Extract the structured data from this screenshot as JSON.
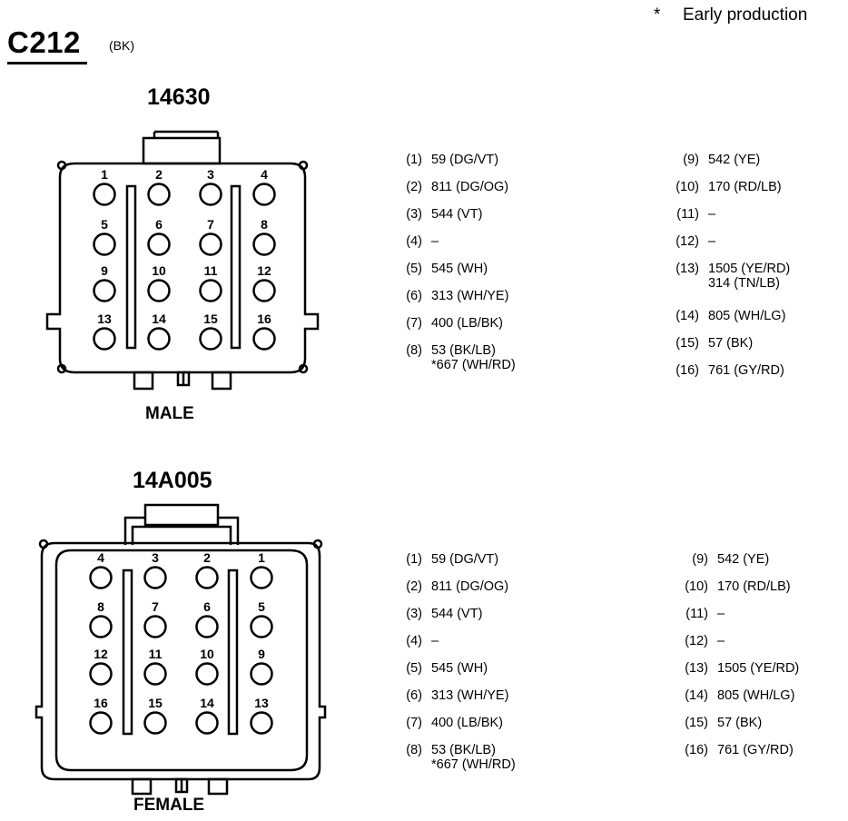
{
  "connector": {
    "id": "C212",
    "color_code": "(BK)"
  },
  "footnote": {
    "symbol": "*",
    "text": "Early production"
  },
  "male": {
    "part_number": "14630",
    "label": "MALE",
    "pins_rows": [
      [
        "1",
        "2",
        "3",
        "4"
      ],
      [
        "5",
        "6",
        "7",
        "8"
      ],
      [
        "9",
        "10",
        "11",
        "12"
      ],
      [
        "13",
        "14",
        "15",
        "16"
      ]
    ],
    "circuits_left": [
      {
        "num": "(1)",
        "text": "59 (DG/VT)"
      },
      {
        "num": "(2)",
        "text": "811 (DG/OG)"
      },
      {
        "num": "(3)",
        "text": "544 (VT)"
      },
      {
        "num": "(4)",
        "text": "–"
      },
      {
        "num": "(5)",
        "text": "545 (WH)"
      },
      {
        "num": "(6)",
        "text": "313 (WH/YE)"
      },
      {
        "num": "(7)",
        "text": "400 (LB/BK)"
      },
      {
        "num": "(8)",
        "text": "53 (BK/LB)",
        "sub": "*667 (WH/RD)"
      }
    ],
    "circuits_right": [
      {
        "num": "(9)",
        "text": "542 (YE)"
      },
      {
        "num": "(10)",
        "text": "170 (RD/LB)"
      },
      {
        "num": "(11)",
        "text": "–"
      },
      {
        "num": "(12)",
        "text": "–"
      },
      {
        "num": "(13)",
        "text": "1505 (YE/RD)",
        "sub": "314 (TN/LB)"
      },
      {
        "num": "(14)",
        "text": "805 (WH/LG)"
      },
      {
        "num": "(15)",
        "text": "57 (BK)"
      },
      {
        "num": "(16)",
        "text": "761 (GY/RD)"
      }
    ]
  },
  "female": {
    "part_number": "14A005",
    "label": "FEMALE",
    "pins_rows": [
      [
        "4",
        "3",
        "2",
        "1"
      ],
      [
        "8",
        "7",
        "6",
        "5"
      ],
      [
        "12",
        "11",
        "10",
        "9"
      ],
      [
        "16",
        "15",
        "14",
        "13"
      ]
    ],
    "circuits_left": [
      {
        "num": "(1)",
        "text": "59 (DG/VT)"
      },
      {
        "num": "(2)",
        "text": "811 (DG/OG)"
      },
      {
        "num": "(3)",
        "text": "544 (VT)"
      },
      {
        "num": "(4)",
        "text": "–"
      },
      {
        "num": "(5)",
        "text": "545 (WH)"
      },
      {
        "num": "(6)",
        "text": "313 (WH/YE)"
      },
      {
        "num": "(7)",
        "text": "400 (LB/BK)"
      },
      {
        "num": "(8)",
        "text": "53 (BK/LB)",
        "sub": "*667 (WH/RD)"
      }
    ],
    "circuits_right": [
      {
        "num": "(9)",
        "text": "542 (YE)"
      },
      {
        "num": "(10)",
        "text": "170 (RD/LB)"
      },
      {
        "num": "(11)",
        "text": "–"
      },
      {
        "num": "(12)",
        "text": "–"
      },
      {
        "num": "(13)",
        "text": "1505 (YE/RD)"
      },
      {
        "num": "(14)",
        "text": "805 (WH/LG)"
      },
      {
        "num": "(15)",
        "text": "57 (BK)"
      },
      {
        "num": "(16)",
        "text": "761 (GY/RD)"
      }
    ]
  }
}
